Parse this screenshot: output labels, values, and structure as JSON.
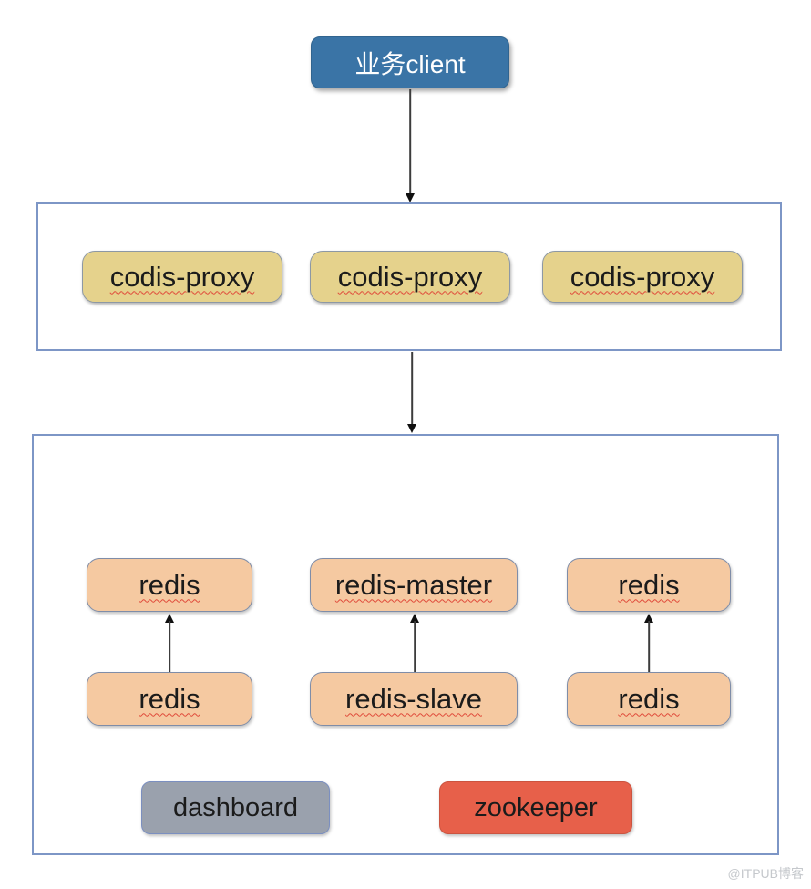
{
  "colors": {
    "client_bg": "#3a74a6",
    "proxy_bg": "#e5d28c",
    "redis_bg": "#f5c9a1",
    "dashboard_bg": "#9aa1ad",
    "zookeeper_bg": "#e7604a",
    "container_border": "#7d96c6",
    "squiggle": "#e04a3a"
  },
  "client": {
    "label": "业务client"
  },
  "proxy_layer": {
    "items": [
      {
        "label": "codis-proxy"
      },
      {
        "label": "codis-proxy"
      },
      {
        "label": "codis-proxy"
      }
    ]
  },
  "storage_layer": {
    "groups": [
      {
        "top": "redis",
        "bottom": "redis"
      },
      {
        "top": "redis-master",
        "bottom": "redis-slave"
      },
      {
        "top": "redis",
        "bottom": "redis"
      }
    ],
    "dashboard_label": "dashboard",
    "zookeeper_label": "zookeeper"
  },
  "watermark": "@ITPUB博客"
}
